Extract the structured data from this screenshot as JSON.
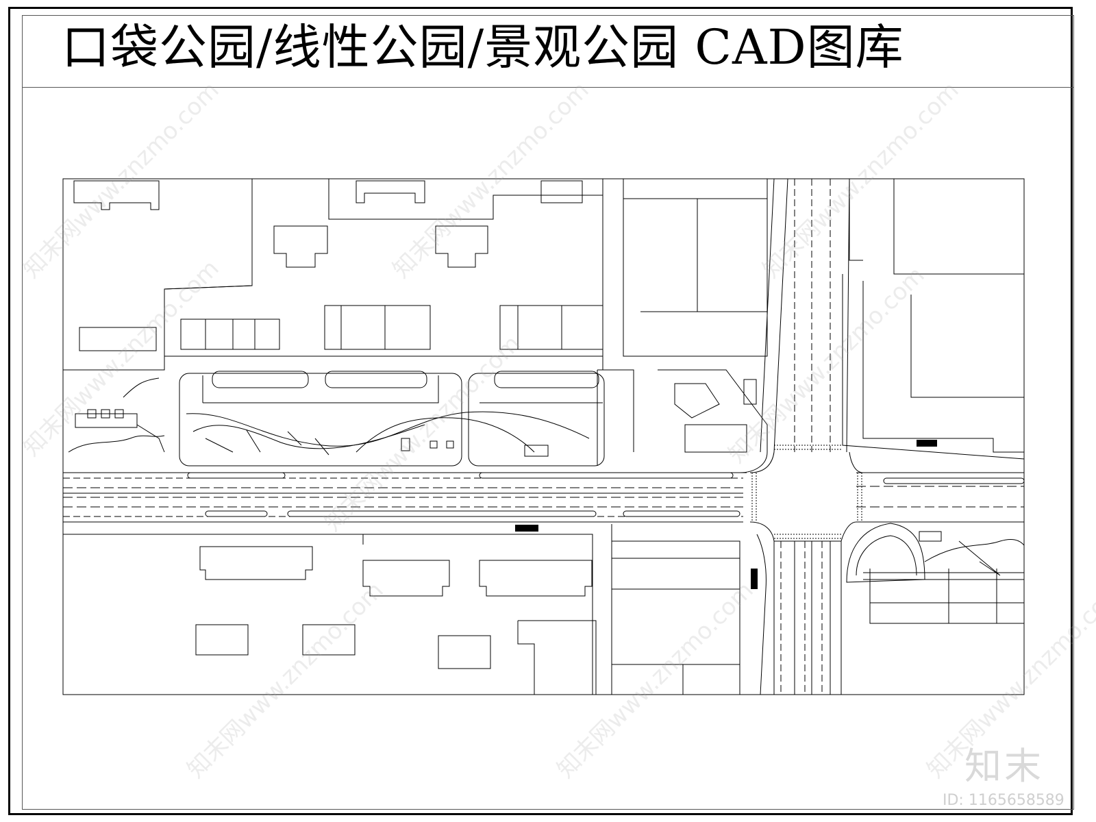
{
  "title": "口袋公园/线性公园/景观公园 CAD图库",
  "watermark": "知末网www.znzmo.com",
  "brand_logo_text": "知末",
  "image_id": "ID: 1165658589",
  "colors": {
    "line": "#000000",
    "frame": "#000000",
    "watermark": "#aaaaaa"
  }
}
